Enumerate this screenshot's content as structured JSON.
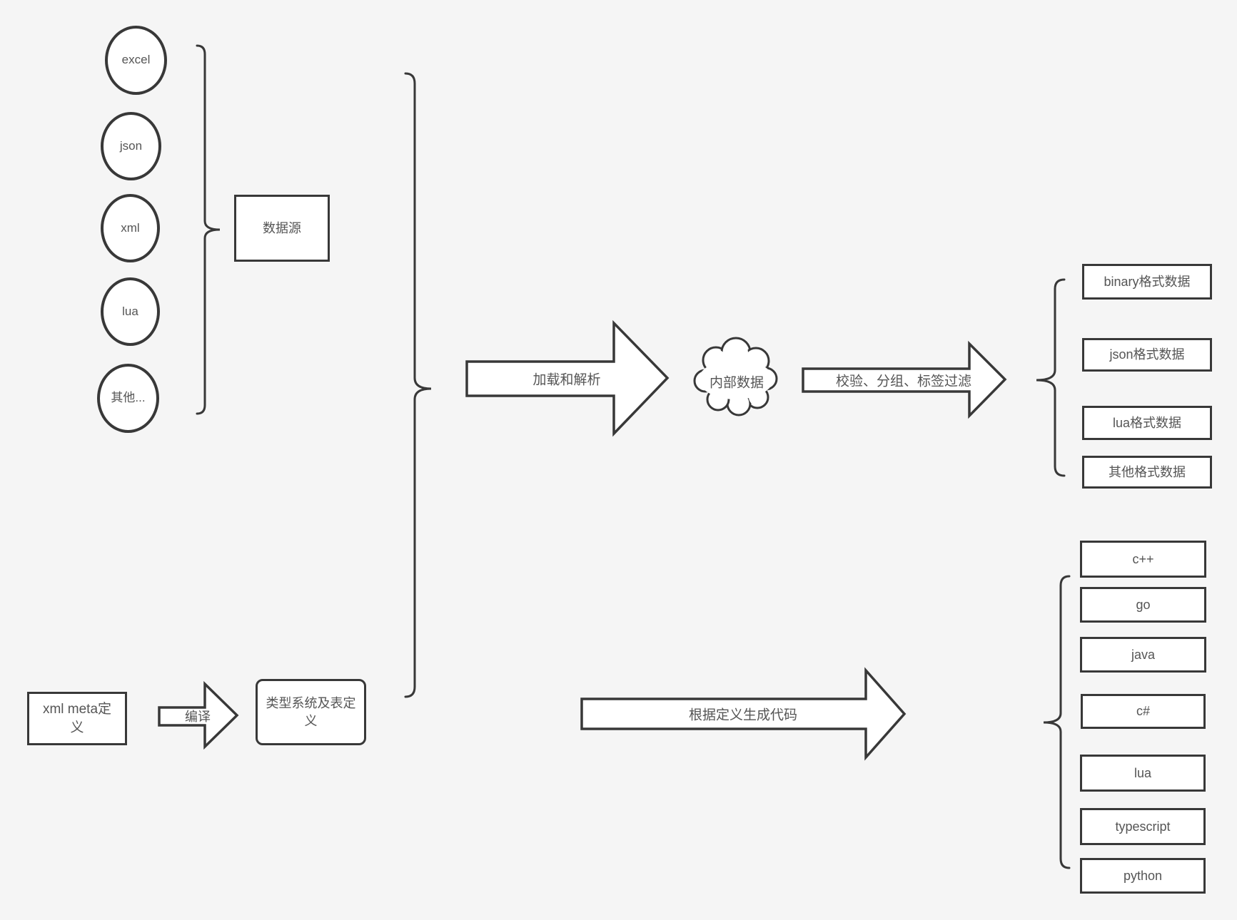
{
  "colors": {
    "background": "#f5f5f5",
    "stroke": "#383838",
    "text": "#555555",
    "shape_fill": "#ffffff"
  },
  "data_sources": {
    "group_label": "数据源",
    "items": [
      {
        "label": "excel"
      },
      {
        "label": "json"
      },
      {
        "label": "xml"
      },
      {
        "label": "lua"
      },
      {
        "label": "其他..."
      }
    ]
  },
  "pipeline": {
    "load_arrow_label": "加载和解析",
    "internal_data_label": "内部数据",
    "process_arrow_label": "校验、分组、标签过滤",
    "output_formats": [
      {
        "label": "binary格式数据"
      },
      {
        "label": "json格式数据"
      },
      {
        "label": "lua格式数据"
      },
      {
        "label": "其他格式数据"
      }
    ]
  },
  "codegen": {
    "meta_definition_label": "xml meta定义",
    "compile_arrow_label": "编译",
    "type_system_label": "类型系统及表定义",
    "generate_arrow_label": "根据定义生成代码",
    "languages": [
      {
        "label": "c++"
      },
      {
        "label": "go"
      },
      {
        "label": "java"
      },
      {
        "label": "c#"
      },
      {
        "label": "lua"
      },
      {
        "label": "typescript"
      },
      {
        "label": "python"
      }
    ]
  }
}
